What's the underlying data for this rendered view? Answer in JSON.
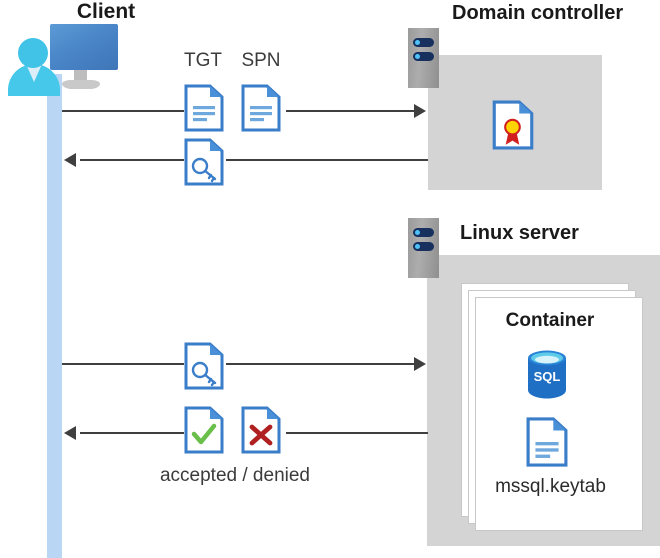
{
  "diagram": {
    "title": "Kerberos authentication flow between client, domain controller and SQL Server container on Linux",
    "background": "#ffffff"
  },
  "client": {
    "title": "Client",
    "icon_name": "client-user-monitor-icon",
    "lifeline_color": "#b9d7f5"
  },
  "domain_controller": {
    "title": "Domain controller",
    "server_icon_name": "server-rack-icon",
    "zone_color": "#d4d4d4",
    "certificate_icon_name": "certificate-document-icon"
  },
  "linux_server": {
    "title": "Linux server",
    "server_icon_name": "server-rack-icon",
    "zone_color": "#d4d4d4",
    "container": {
      "title": "Container",
      "sql_icon_name": "sql-database-icon",
      "sql_icon_label": "SQL",
      "keytab_icon_name": "keytab-document-icon",
      "keytab_label": "mssql.keytab",
      "stack_count": 3
    }
  },
  "messages": [
    {
      "id": "request-tgt-spn",
      "direction": "client-to-domain-controller",
      "labels": [
        "TGT",
        "SPN"
      ],
      "icons": [
        "text-document-icon",
        "text-document-icon"
      ]
    },
    {
      "id": "issue-ticket",
      "direction": "domain-controller-to-client",
      "labels": [],
      "icons": [
        "key-document-icon"
      ]
    },
    {
      "id": "present-ticket",
      "direction": "client-to-linux-server",
      "labels": [],
      "icons": [
        "key-document-icon"
      ]
    },
    {
      "id": "auth-result",
      "direction": "linux-server-to-client",
      "labels": [
        "accepted / denied"
      ],
      "icons": [
        "accepted-document-icon",
        "denied-document-icon"
      ]
    }
  ],
  "labels": {
    "tgt": "TGT",
    "spn": "SPN",
    "accepted_denied": "accepted / denied"
  },
  "colors": {
    "doc_border": "#3a7dc9",
    "doc_fold": "#4a90d9",
    "doc_line": "#6fa8dc",
    "accent_blue": "#0f6cbd",
    "check_green": "#6abf4b",
    "cross_red": "#b02020",
    "seal_gold": "#ffd400",
    "seal_ribbon": "#d11f1f",
    "arrow": "#3f3f3f",
    "zone_gray": "#d4d4d4",
    "server_gray": "#9a9a9a",
    "server_bar": "#17305e",
    "server_led": "#4fc3f7",
    "sql_blue": "#1f6fc4",
    "sql_top": "#5ecbe8"
  }
}
